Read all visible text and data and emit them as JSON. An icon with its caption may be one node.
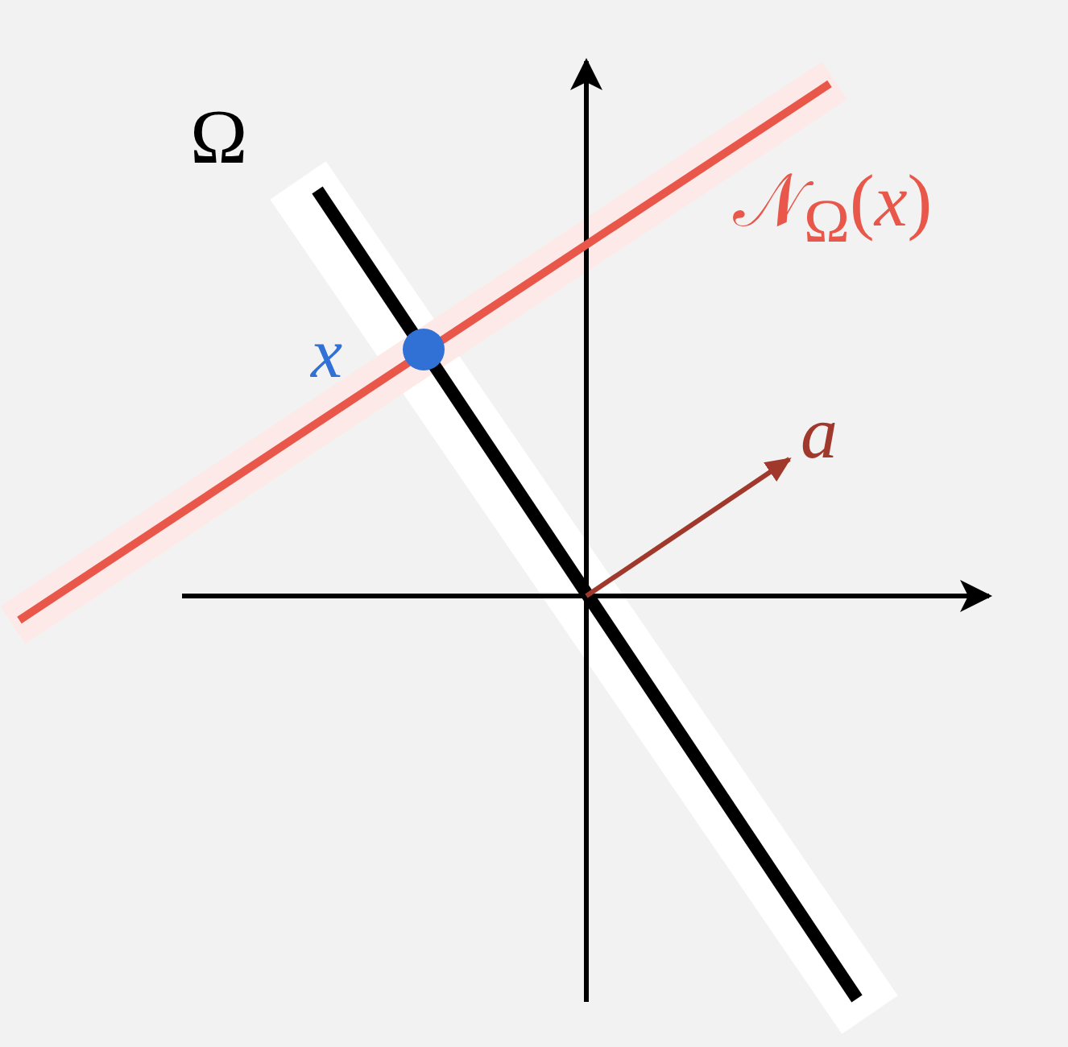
{
  "diagram": {
    "labels": [
      "Ω",
      "𝒩$_{Ω}$(*x*)",
      "x",
      "a"
    ]
  }
}
